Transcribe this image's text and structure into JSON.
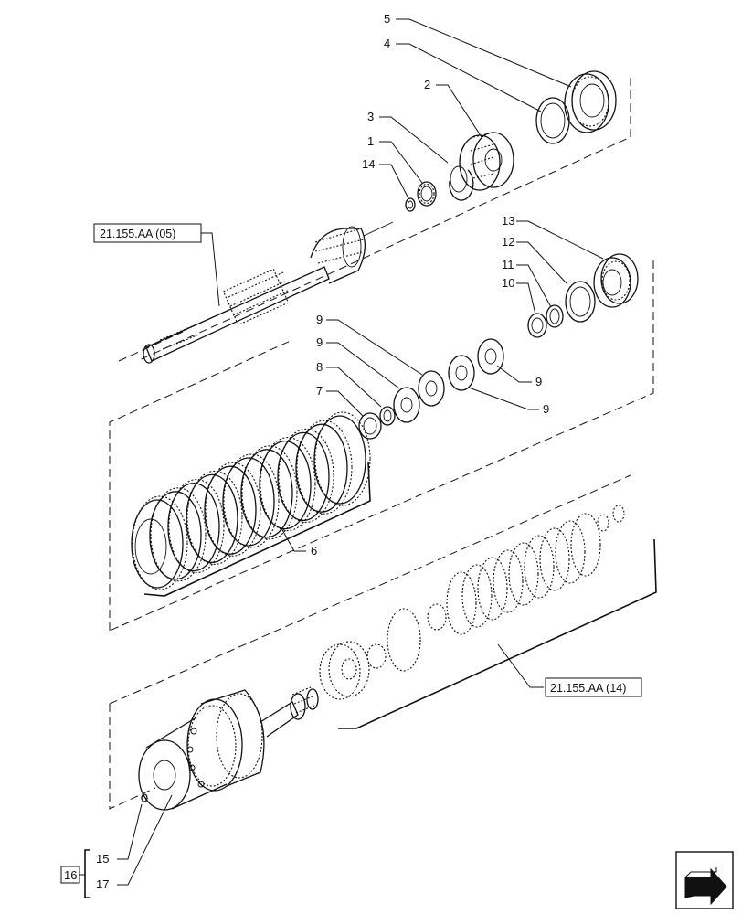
{
  "callouts": {
    "c1": "1",
    "c2": "2",
    "c3": "3",
    "c4": "4",
    "c5": "5",
    "c6": "6",
    "c7": "7",
    "c8": "8",
    "c9a": "9",
    "c9b": "9",
    "c9c": "9",
    "c9d": "9",
    "c10": "10",
    "c11": "11",
    "c12": "12",
    "c13": "13",
    "c14": "14",
    "c15": "15",
    "c16": "16",
    "c17": "17"
  },
  "references": {
    "ref_upper": "21.155.AA (05)",
    "ref_lower": "21.155.AA (14)"
  },
  "icons": {
    "nav": "next-page-arrow-icon"
  }
}
